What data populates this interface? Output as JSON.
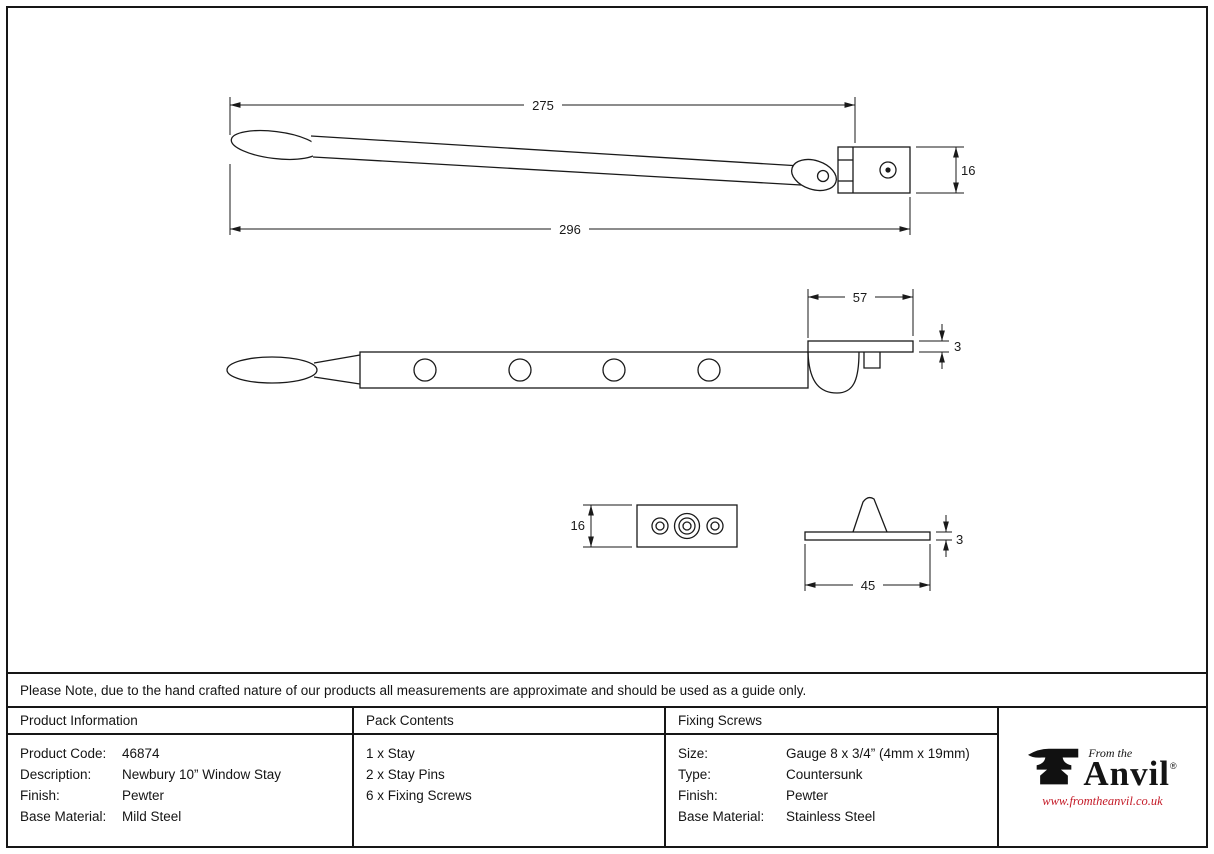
{
  "drawing": {
    "dim_275": "275",
    "dim_296": "296",
    "dim_16_bracket": "16",
    "dim_57": "57",
    "dim_3_plate": "3",
    "dim_16_keep": "16",
    "dim_45": "45",
    "dim_3_pin": "3"
  },
  "note": "Please Note, due to the hand crafted nature of our products all measurements are approximate and should be used as a guide only.",
  "table": {
    "product_information": {
      "header": "Product Information",
      "rows": [
        {
          "label": "Product Code:",
          "value": "46874"
        },
        {
          "label": "Description:",
          "value": "Newbury 10” Window Stay"
        },
        {
          "label": "Finish:",
          "value": "Pewter"
        },
        {
          "label": "Base Material:",
          "value": "Mild Steel"
        }
      ]
    },
    "pack_contents": {
      "header": "Pack Contents",
      "items": [
        "1 x Stay",
        "2 x Stay Pins",
        "6 x Fixing Screws"
      ]
    },
    "fixing_screws": {
      "header": "Fixing Screws",
      "rows": [
        {
          "label": "Size:",
          "value": "Gauge 8 x 3/4” (4mm x 19mm)"
        },
        {
          "label": "Type:",
          "value": "Countersunk"
        },
        {
          "label": "Finish:",
          "value": "Pewter"
        },
        {
          "label": "Base Material:",
          "value": "Stainless Steel"
        }
      ]
    }
  },
  "logo": {
    "tagline": "From the",
    "name": "Anvil",
    "registered": "®",
    "url": "www.fromtheanvil.co.uk"
  }
}
